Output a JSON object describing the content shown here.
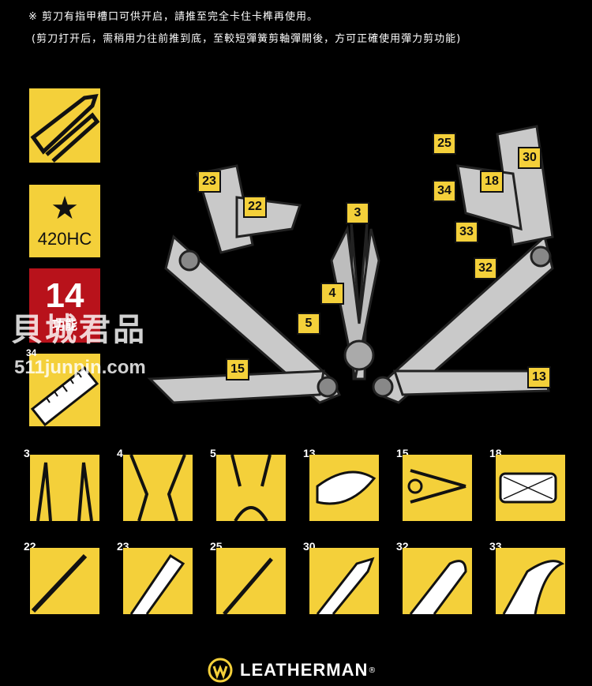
{
  "notes": {
    "line1": "※ 剪刀有指甲槽口可供开启，請推至完全卡住卡榫再使用。",
    "line2": "(剪刀打开后，需稍用力往前推到底，至較短彈簧剪軸彈開後，方可正確使用彈力剪功能)"
  },
  "badges": {
    "steel_star": "★",
    "steel": "420HC",
    "function_count": "14",
    "function_label": "功能",
    "ruler_tag": "34"
  },
  "watermark": {
    "brand": "貝城君品",
    "url": "511junpin.com"
  },
  "callouts": [
    "23",
    "22",
    "3",
    "4",
    "5",
    "15",
    "25",
    "30",
    "18",
    "34",
    "33",
    "32",
    "13"
  ],
  "tool_cards": [
    {
      "num": "3",
      "icon": "needlenose-pliers-icon"
    },
    {
      "num": "4",
      "icon": "regular-pliers-icon"
    },
    {
      "num": "5",
      "icon": "wire-cutter-icon"
    },
    {
      "num": "13",
      "icon": "knife-blade-icon"
    },
    {
      "num": "15",
      "icon": "spring-scissors-icon"
    },
    {
      "num": "18",
      "icon": "file-icon"
    },
    {
      "num": "22",
      "icon": "phillips-screwdriver-icon"
    },
    {
      "num": "23",
      "icon": "large-screwdriver-icon"
    },
    {
      "num": "25",
      "icon": "small-screwdriver-icon"
    },
    {
      "num": "30",
      "icon": "wood-saw-icon"
    },
    {
      "num": "32",
      "icon": "bottle-opener-icon"
    },
    {
      "num": "33",
      "icon": "can-opener-icon"
    }
  ],
  "logo": {
    "text": "LEATHERMAN",
    "reg": "®"
  },
  "colors": {
    "accent": "#f4d03a",
    "badge_red": "#b8121b",
    "background": "#000000"
  }
}
